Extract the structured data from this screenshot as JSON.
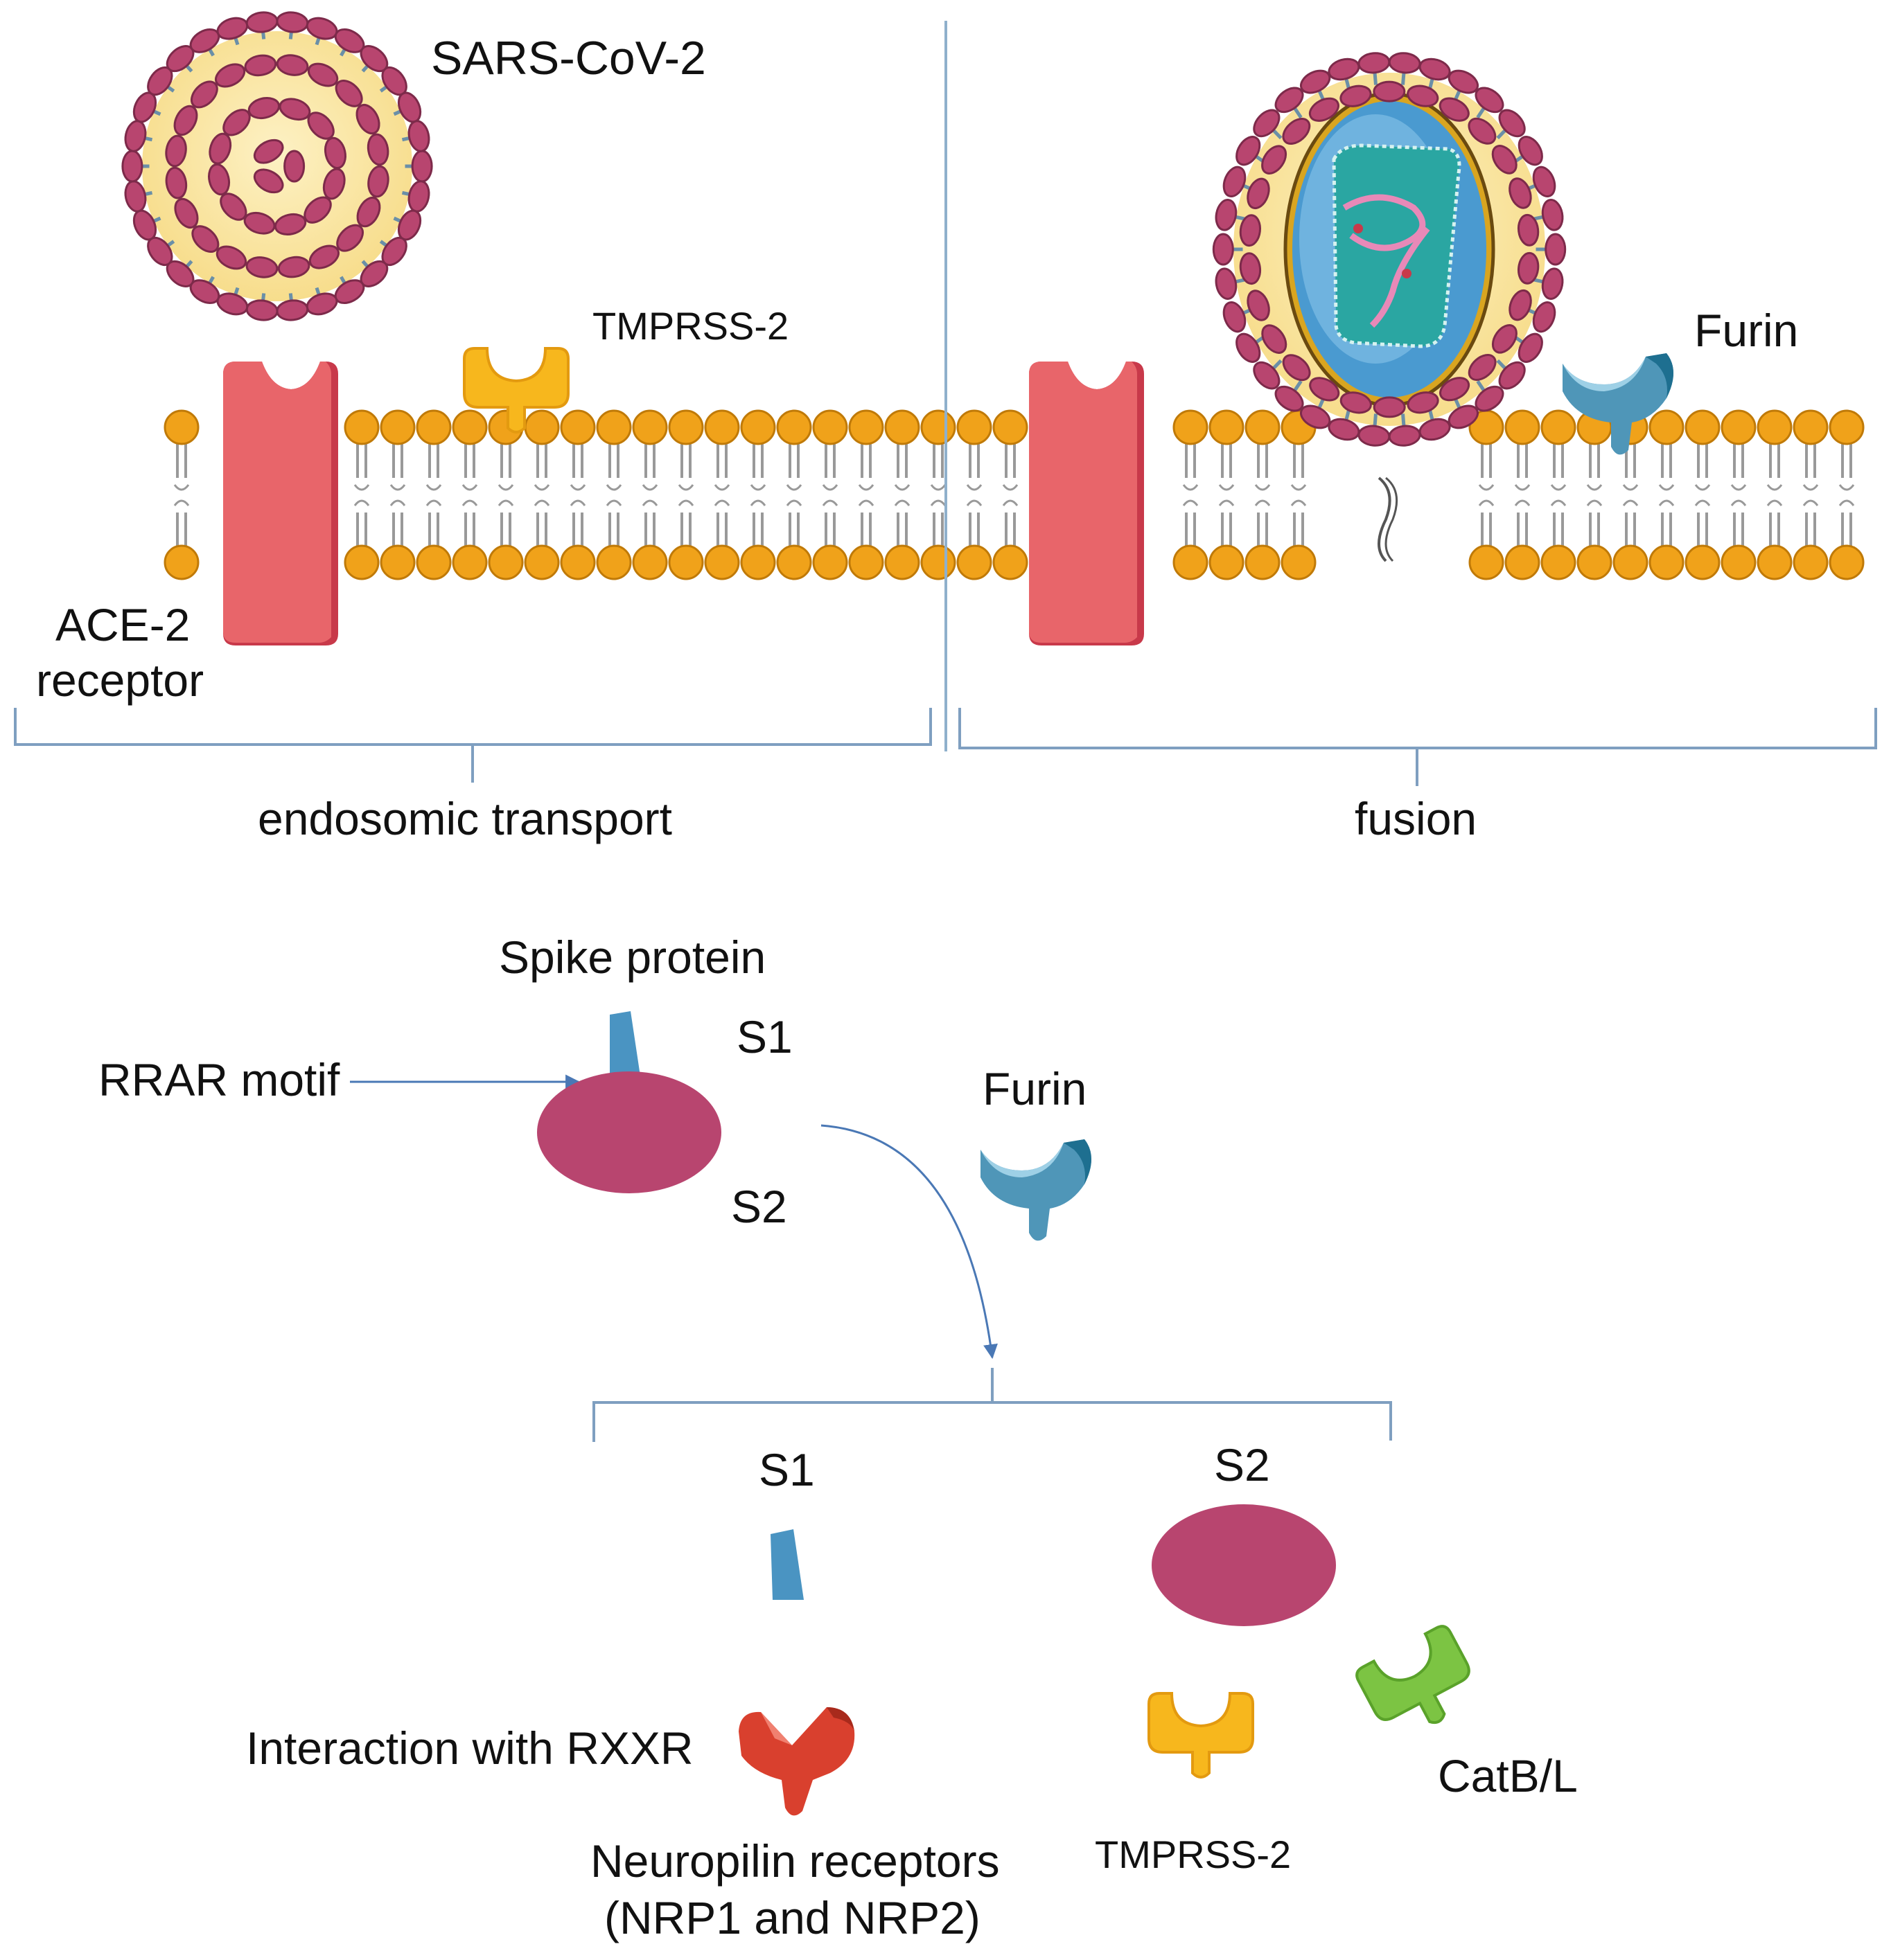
{
  "labels": {
    "virus": "SARS-CoV-2",
    "tmprss_top": "TMPRSS-2",
    "furin_top": "Furin",
    "ace2_line1": "ACE-2",
    "ace2_line2": "receptor",
    "endosomic": "endosomic transport",
    "fusion": "fusion",
    "spike_protein": "Spike protein",
    "s1_upper": "S1",
    "s2_upper": "S2",
    "rrar": "RRAR motif",
    "furin_mid": "Furin",
    "s1_lower": "S1",
    "s2_lower": "S2",
    "interaction": "Interaction with RXXR",
    "neuropilin_line1": "Neuropilin receptors",
    "neuropilin_line2": "(NRP1 and NRP2)",
    "tmprss_bottom": "TMPRSS-2",
    "catbl": "CatB/L"
  },
  "colors": {
    "spike_pink": "#b8456f",
    "membrane_orange": "#f0a21a",
    "ace2_red": "#e8656a",
    "tmprss_yellow": "#f7b71d",
    "furin_blue": "#4f96b8",
    "s1_blue": "#4a94c2",
    "catbl_green": "#7cc443",
    "nrp_red": "#d9402e",
    "line_blue": "#7f9fc0"
  }
}
